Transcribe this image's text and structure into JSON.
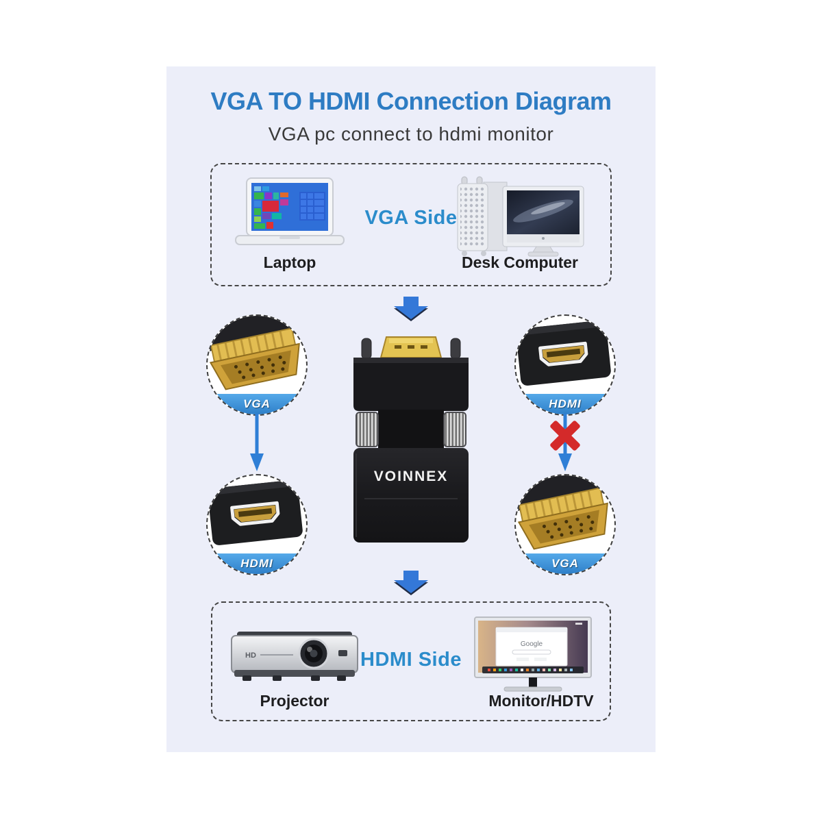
{
  "title": "VGA TO HDMI Connection Diagram",
  "subtitle": "VGA pc connect to hdmi monitor",
  "top_box": {
    "side_label": "VGA Side",
    "devices": [
      {
        "label": "Laptop"
      },
      {
        "label": "Desk Computer"
      }
    ]
  },
  "adapter": {
    "brand": "VOINNEX"
  },
  "ports": {
    "top_left": "VGA",
    "top_right": "HDMI",
    "bottom_left": "HDMI",
    "bottom_right": "VGA"
  },
  "bottom_box": {
    "side_label": "HDMI Side",
    "devices": [
      {
        "label": "Projector"
      },
      {
        "label": "Monitor/HDTV"
      }
    ]
  },
  "monitor_screen": {
    "text": "Google"
  },
  "projector": {
    "badge": "HD"
  },
  "colors": {
    "card_bg": "#eceef9",
    "title_blue": "#2e7cc3",
    "side_label_blue": "#2b8ccb",
    "banner_blue": "#3b96dc",
    "arrow_blue": "#3077d4",
    "cross_red": "#d42a2a"
  }
}
